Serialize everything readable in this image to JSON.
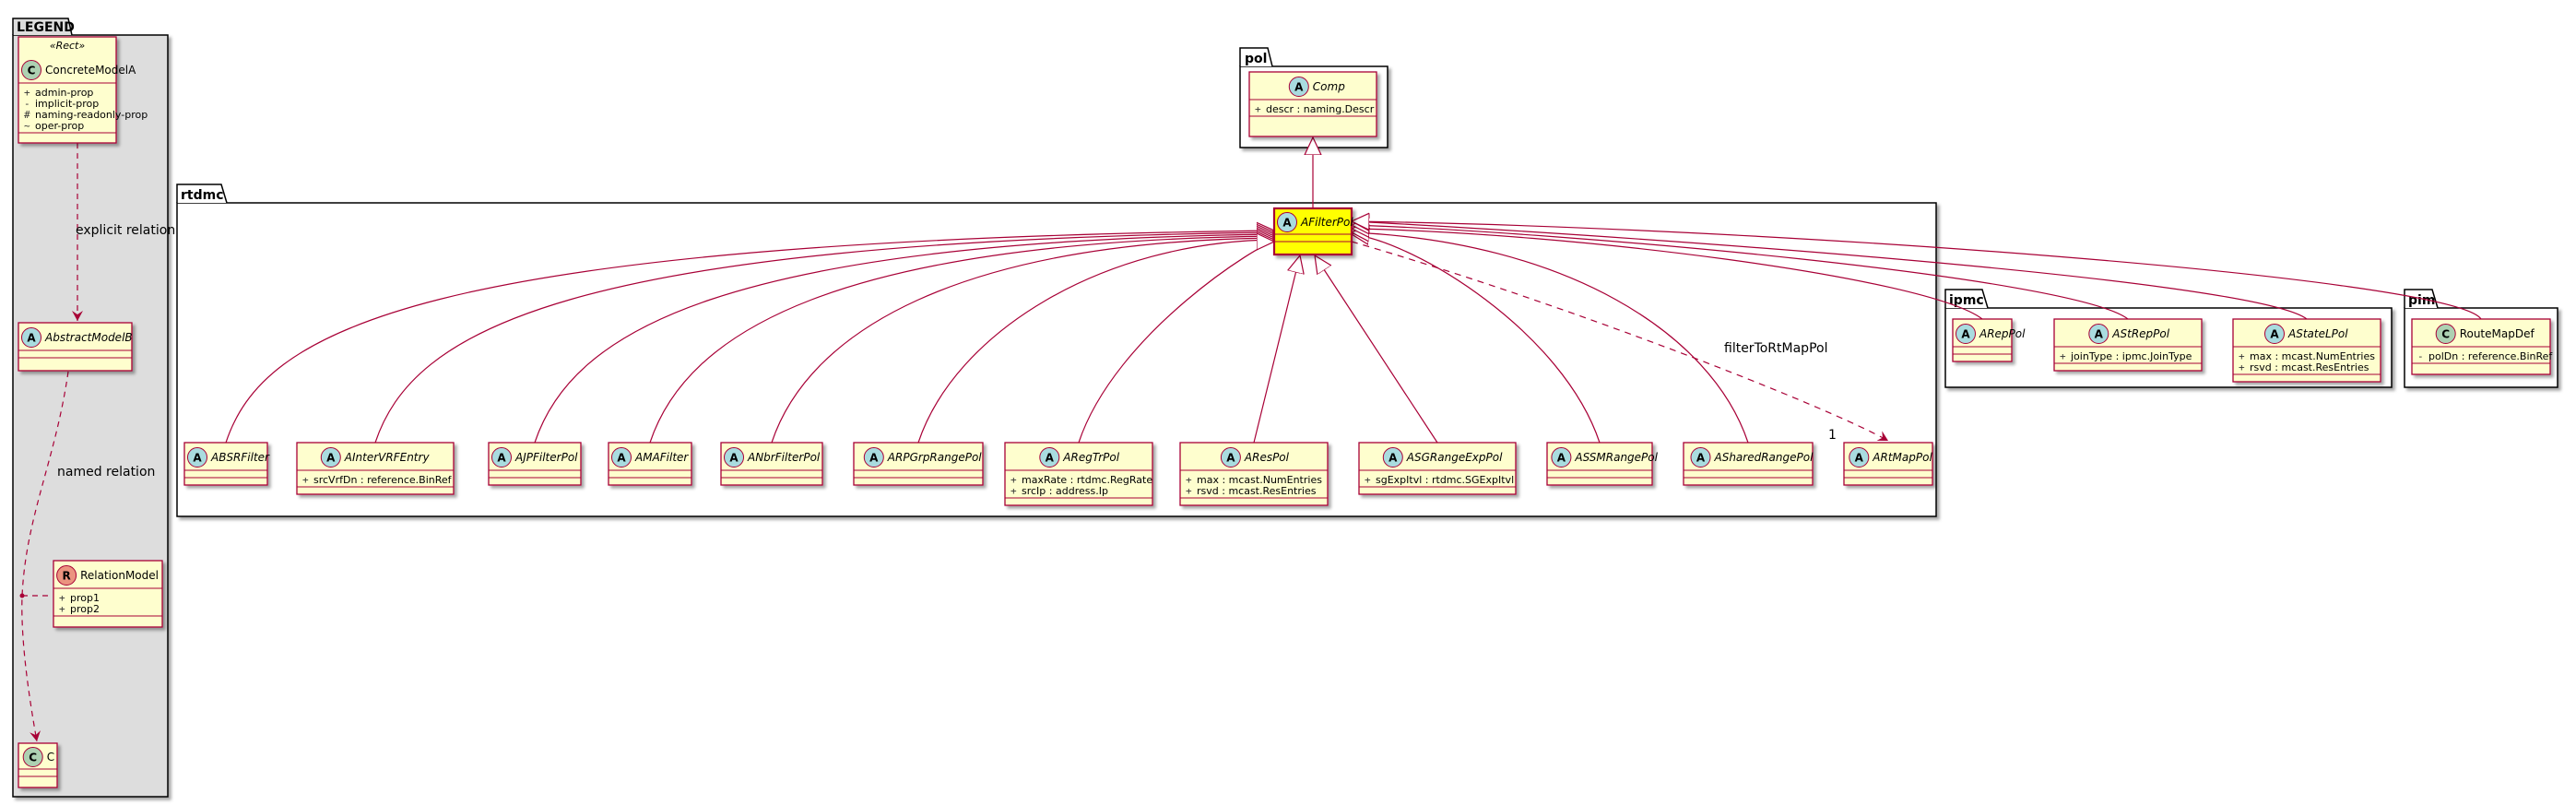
{
  "legend": {
    "title": "LEGEND",
    "concrete": {
      "name": "ConcreteModelA",
      "stereotype": "«Rect»",
      "kind": "C",
      "attrs": [
        {
          "vis": "+",
          "text": "admin-prop"
        },
        {
          "vis": "-",
          "text": "implicit-prop"
        },
        {
          "vis": "#",
          "text": "naming-readonly-prop"
        },
        {
          "vis": "~",
          "text": "oper-prop"
        }
      ]
    },
    "abstract": {
      "name": "AbstractModelB",
      "kind": "A"
    },
    "relation": {
      "name": "RelationModel",
      "kind": "R",
      "attrs": [
        {
          "vis": "+",
          "text": "prop1"
        },
        {
          "vis": "+",
          "text": "prop2"
        }
      ]
    },
    "c": {
      "name": "C",
      "kind": "C"
    },
    "explicit_label": "explicit relation",
    "named_label": "named relation"
  },
  "packages": {
    "pol": {
      "title": "pol",
      "classes": [
        {
          "name": "Comp",
          "kind": "A",
          "attrs": [
            {
              "vis": "+",
              "text": "descr : naming.Descr"
            }
          ]
        }
      ]
    },
    "rtdmc": {
      "title": "rtdmc"
    },
    "ipmc": {
      "title": "ipmc"
    },
    "pim": {
      "title": "pim"
    }
  },
  "center": {
    "name": "AFilterPol",
    "kind": "A"
  },
  "rtdmc_classes": [
    {
      "name": "ABSRFilter",
      "kind": "A",
      "attrs": []
    },
    {
      "name": "AInterVRFEntry",
      "kind": "A",
      "attrs": [
        {
          "vis": "+",
          "text": "srcVrfDn : reference.BinRef"
        }
      ]
    },
    {
      "name": "AJPFilterPol",
      "kind": "A",
      "attrs": []
    },
    {
      "name": "AMAFilter",
      "kind": "A",
      "attrs": []
    },
    {
      "name": "ANbrFilterPol",
      "kind": "A",
      "attrs": []
    },
    {
      "name": "ARPGrpRangePol",
      "kind": "A",
      "attrs": []
    },
    {
      "name": "ARegTrPol",
      "kind": "A",
      "attrs": [
        {
          "vis": "+",
          "text": "maxRate : rtdmc.RegRate"
        },
        {
          "vis": "+",
          "text": "srcIp : address.Ip"
        }
      ]
    },
    {
      "name": "AResPol",
      "kind": "A",
      "attrs": [
        {
          "vis": "+",
          "text": "max : mcast.NumEntries"
        },
        {
          "vis": "+",
          "text": "rsvd : mcast.ResEntries"
        }
      ]
    },
    {
      "name": "ASGRangeExpPol",
      "kind": "A",
      "attrs": [
        {
          "vis": "+",
          "text": "sgExpItvl : rtdmc.SGExpItvl"
        }
      ]
    },
    {
      "name": "ASSMRangePol",
      "kind": "A",
      "attrs": []
    },
    {
      "name": "ASharedRangePol",
      "kind": "A",
      "attrs": []
    },
    {
      "name": "ARtMapPol",
      "kind": "A",
      "attrs": []
    }
  ],
  "ipmc_classes": [
    {
      "name": "ARepPol",
      "kind": "A",
      "attrs": []
    },
    {
      "name": "AStRepPol",
      "kind": "A",
      "attrs": [
        {
          "vis": "+",
          "text": "joinType : ipmc.JoinType"
        }
      ]
    },
    {
      "name": "AStateLPol",
      "kind": "A",
      "attrs": [
        {
          "vis": "+",
          "text": "max : mcast.NumEntries"
        },
        {
          "vis": "+",
          "text": "rsvd : mcast.ResEntries"
        }
      ]
    }
  ],
  "pim_classes": [
    {
      "name": "RouteMapDef",
      "kind": "C",
      "attrs": [
        {
          "vis": "-",
          "text": "polDn : reference.BinRef"
        }
      ]
    }
  ],
  "relation_label": "filterToRtMapPol",
  "relation_multiplicity": "1",
  "colors": {
    "class_fill": "#FEFECE",
    "class_border": "#A80036",
    "center_fill": "#FFFF00",
    "abstract_circle": "#A9DCDF",
    "concrete_circle": "#ADD1B2",
    "relation_circle": "#EB937F",
    "legend_bg": "#DDDDDD",
    "edge": "#A80036"
  }
}
